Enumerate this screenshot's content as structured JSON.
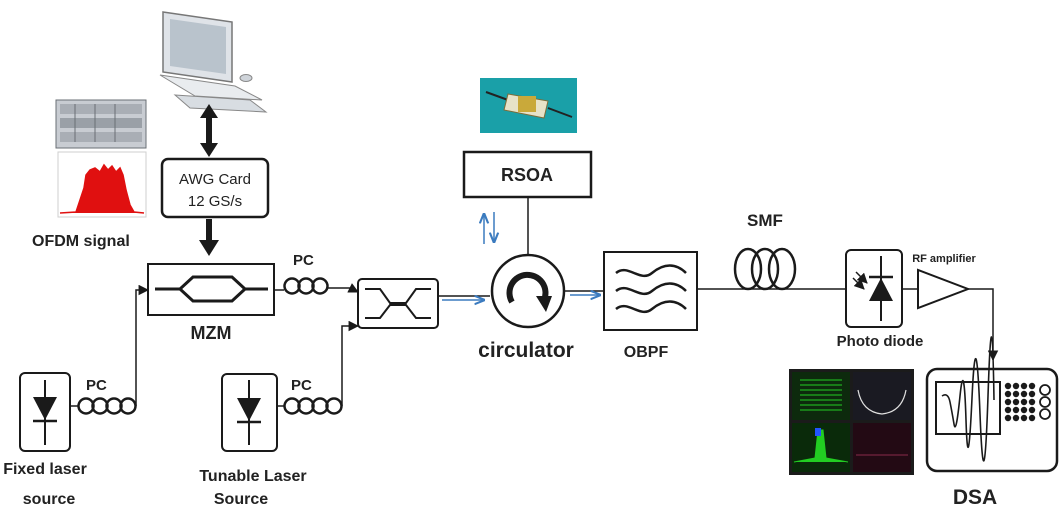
{
  "labels": {
    "awg_line1": "AWG Card",
    "awg_line2": "12 GS/s",
    "ofdm": "OFDM signal",
    "mzm": "MZM",
    "pc": "PC",
    "rsoa": "RSOA",
    "circulator": "circulator",
    "obpf": "OBPF",
    "smf": "SMF",
    "photo_diode": "Photo  diode",
    "rf_amplifier": "RF amplifier",
    "fixed_laser_line1": "Fixed laser",
    "fixed_laser_line2": "source",
    "tunable_laser_line1": "Tunable Laser",
    "tunable_laser_line2": "Source",
    "dsa": "DSA"
  },
  "colors": {
    "line": "#1a1a1a",
    "optical_arrow": "#3b7bbf",
    "spectrum_red": "#e01010",
    "rsoa_photo_bg": "#1aa0a8",
    "screen_green": "#22cc22"
  },
  "icons": [
    "computer-icon",
    "instrument-rack-icon",
    "ofdm-spectrum-icon",
    "rsoa-device-photo",
    "dsa-screens-photo"
  ]
}
